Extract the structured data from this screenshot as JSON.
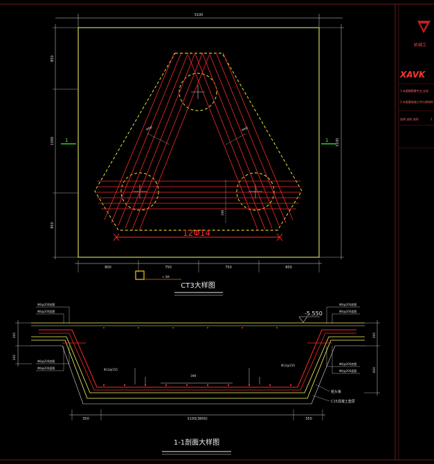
{
  "plan": {
    "title": "CT3大样图",
    "dim_top": "3100",
    "dim_left_top": "850",
    "dim_left_mid": "1300",
    "dim_left_bot": "950",
    "dim_right": "3100",
    "dim_bottom": [
      "800",
      "750",
      "750",
      "800"
    ],
    "section_mark_left": "1",
    "section_mark_right": "1",
    "bar_label": "12Φ14",
    "rebar_note_left": "Φ8@",
    "rebar_note_right": "Φ8@",
    "vertical_note": "1Φ8",
    "small_note": "Φ12",
    "cursor_label": "+.5M"
  },
  "section": {
    "title": "1-1剖面大样图",
    "level": "-5.550",
    "dim_bottom_left": "350",
    "dim_bottom_mid": "3100(3800)",
    "dim_bottom_right": "350",
    "dim_right_top": "300",
    "dim_right_bot": "600",
    "dim_left_top": "300",
    "dim_left_bot": "100",
    "label_pad": "桩头板",
    "label_concrete": "C15混凝土垫层",
    "rebar_left": "Φ12@150",
    "rebar_right": "Φ12@150",
    "rebar_mid": "1Φ8",
    "notes_left": [
      "Φ8@200底筋",
      "Φ8@200面筋",
      "Φ8@200底筋",
      "Φ8@200面筋"
    ],
    "notes_right": [
      "Φ8@200底筋",
      "Φ8@200面筋",
      "Φ8@200底筋",
      "Φ8@200面筋"
    ]
  },
  "sidebar": {
    "logo_text": "XAVK",
    "company": "机械工",
    "note1": "1.本图钢筋需专业,业安",
    "note2": "2.本图基础施工时与原结构",
    "row_label": "说明 说明 说明",
    "row_end": "1"
  },
  "colors": {
    "background": "#000000",
    "frame": "#ffff66",
    "rebar": "#ff2a2a",
    "dim": "#e6e6e6",
    "dashed": "#ffff33",
    "border": "#8a1a1a",
    "green": "#33ff33"
  }
}
